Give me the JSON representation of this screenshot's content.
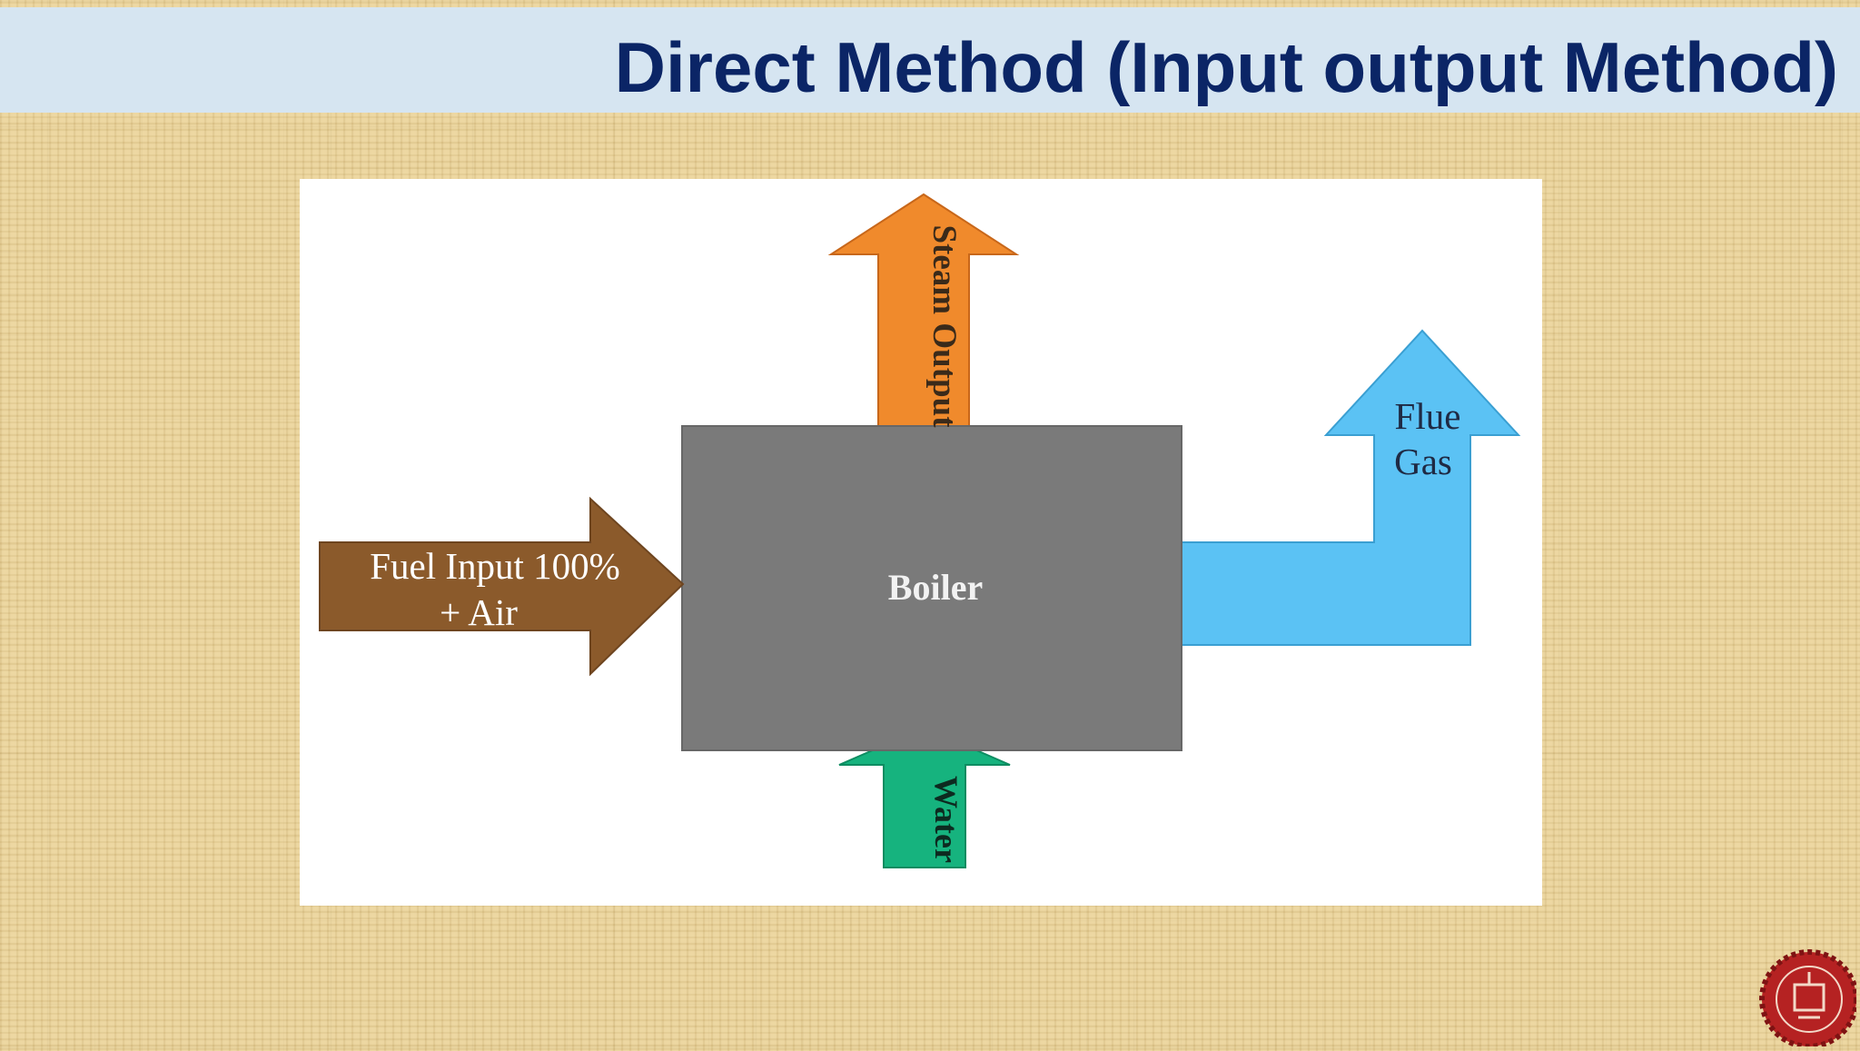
{
  "slide": {
    "title": "Direct Method (Input output Method)"
  },
  "diagram": {
    "boiler_label": "Boiler",
    "fuel_input_line1": "Fuel Input 100%",
    "fuel_input_line2": "+ Air",
    "steam_output_label": "Steam Output",
    "flue_gas_line1": "Flue",
    "flue_gas_line2": "Gas",
    "water_label": "Water"
  },
  "colors": {
    "title_text": "#0b2566",
    "title_band": "#d6e5f1",
    "boiler": "#7a7a7a",
    "fuel_arrow": "#8b5a2b",
    "steam_arrow": "#f08a2c",
    "flue_arrow": "#5bc2f4",
    "water_arrow": "#16b37e",
    "logo": "#b52222"
  },
  "icons": {
    "logo": "institution-seal-icon"
  }
}
